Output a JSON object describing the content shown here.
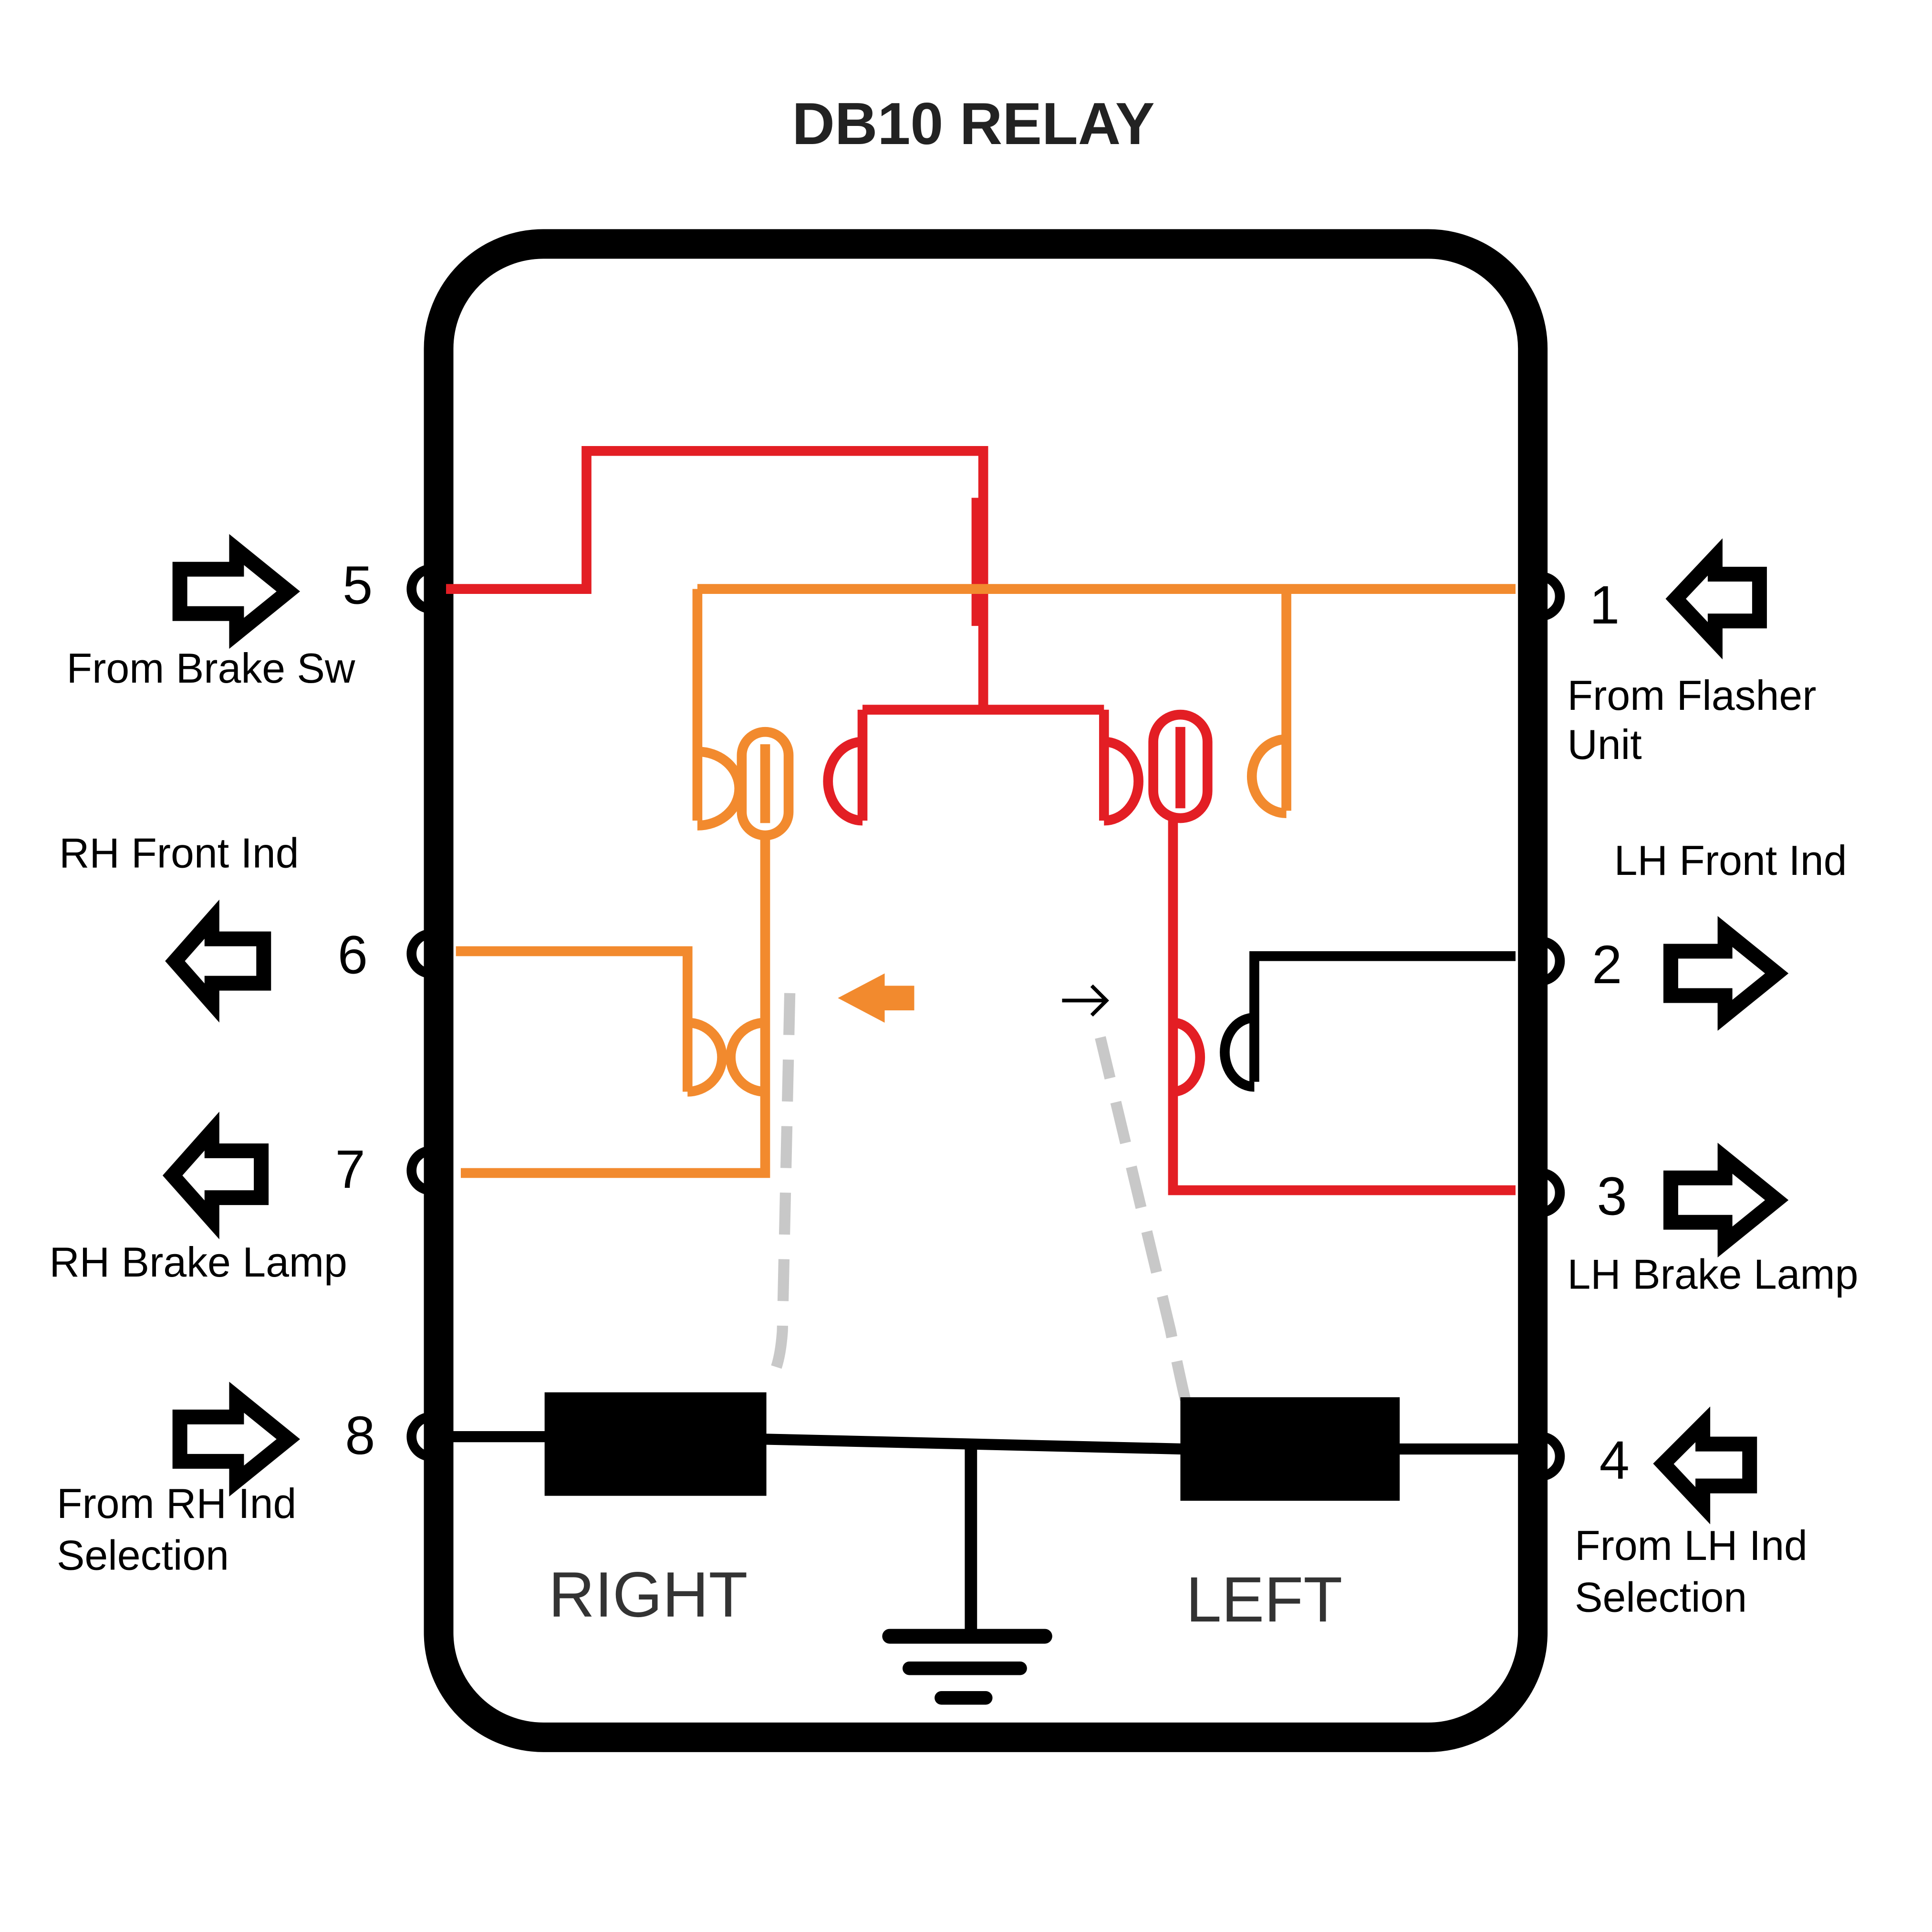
{
  "title": "DB10 RELAY",
  "pins": [
    {
      "number": "5",
      "label_lines": [
        "From Brake Sw"
      ]
    },
    {
      "number": "6",
      "label_lines": [
        "RH Front Ind"
      ]
    },
    {
      "number": "7",
      "label_lines": [
        "RH Brake Lamp"
      ]
    },
    {
      "number": "8",
      "label_lines": [
        "From RH Ind",
        "Selection"
      ]
    },
    {
      "number": "1",
      "label_lines": [
        "From Flasher",
        "Unit"
      ]
    },
    {
      "number": "2",
      "label_lines": [
        "LH Front Ind"
      ]
    },
    {
      "number": "3",
      "label_lines": [
        "LH Brake Lamp"
      ]
    },
    {
      "number": "4",
      "label_lines": [
        "From LH Ind",
        "Selection"
      ]
    }
  ],
  "coils": {
    "right": "RIGHT",
    "left": "LEFT"
  },
  "colors": {
    "brake": "#e31e24",
    "flasher": "#f28a2e",
    "ground": "#000000",
    "linkage": "#c8c8c8"
  },
  "icons": [
    "arrow-right-icon",
    "arrow-left-icon",
    "ground-symbol-icon"
  ]
}
